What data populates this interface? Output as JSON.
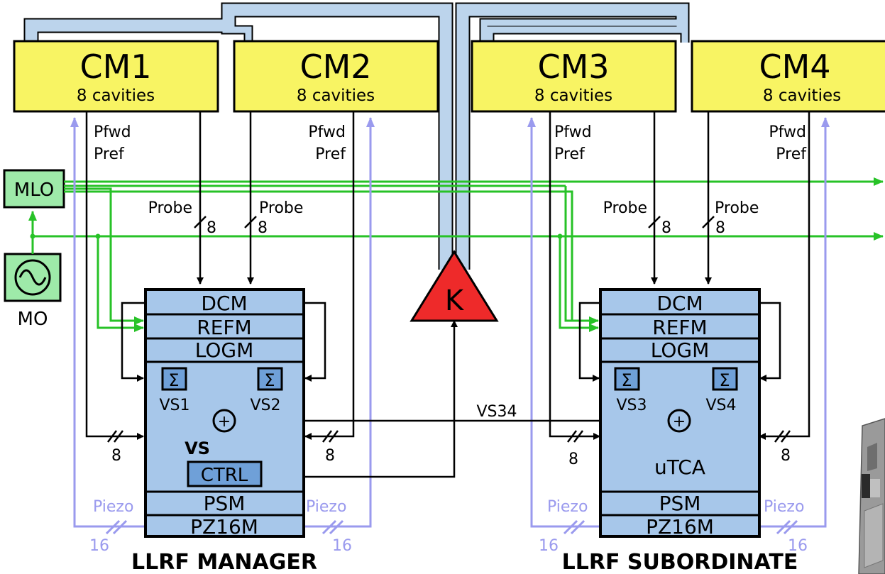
{
  "modules": [
    {
      "name": "CM1",
      "sub": "8 cavities"
    },
    {
      "name": "CM2",
      "sub": "8 cavities"
    },
    {
      "name": "CM3",
      "sub": "8 cavities"
    },
    {
      "name": "CM4",
      "sub": "8 cavities"
    }
  ],
  "klystron_label": "K",
  "mlo_label": "MLO",
  "mo_label": "MO",
  "pfwd_label": "Pfwd",
  "pref_label": "Pref",
  "probe_label": "Probe",
  "probe_count": "8",
  "bus_count": "8",
  "piezo_label": "Piezo",
  "piezo_count": "16",
  "sum_symbol": "Σ",
  "plus_symbol": "+",
  "vs34_label": "VS34",
  "vs_label": "VS",
  "manager": {
    "rows_top": [
      "DCM",
      "REFM",
      "LOGM"
    ],
    "vs_left": "VS1",
    "vs_right": "VS2",
    "ctrl": "CTRL",
    "rows_bottom": [
      "PSM",
      "PZ16M"
    ],
    "title": "LLRF MANAGER"
  },
  "subordinate": {
    "rows_top": [
      "DCM",
      "REFM",
      "LOGM"
    ],
    "vs_left": "VS3",
    "vs_right": "VS4",
    "center": "uTCA",
    "rows_bottom": [
      "PSM",
      "PZ16M"
    ],
    "title": "LLRF SUBORDINATE"
  },
  "colors": {
    "module_fill": "#f8f463",
    "crate_fill": "#a7c7ea",
    "pipe_fill": "#bcd4ec",
    "klystron_fill": "#ee2a2a",
    "signal_green": "#27c227",
    "box_green": "#9eeaa9",
    "piezo": "#9a9aee"
  }
}
